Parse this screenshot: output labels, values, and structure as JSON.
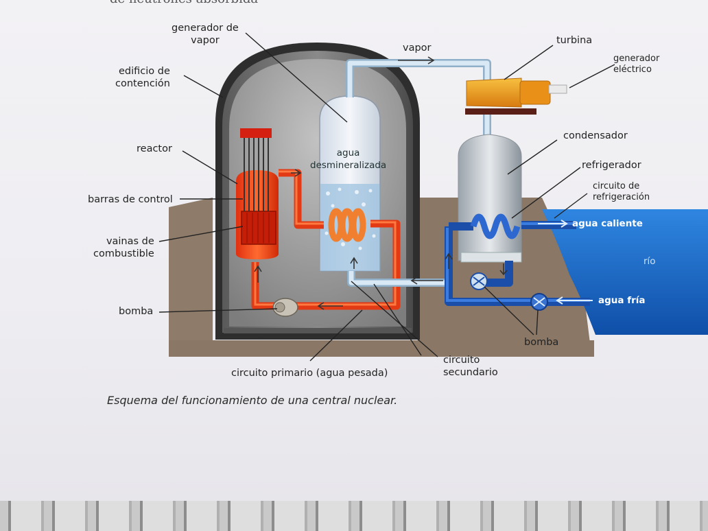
{
  "top_text": "de neutrones absorbida",
  "labels": {
    "generador_vapor": "generador de\nvapor",
    "vapor": "vapor",
    "turbina": "turbina",
    "generador_electrico": "generador\neléctrico",
    "edificio": "edificio de\ncontención",
    "reactor": "reactor",
    "agua_desmin": "agua\ndesmineralizada",
    "condensador": "condensador",
    "refrigerador": "refrigerador",
    "circuito_refrigeracion": "circuito de\nrefrigeración",
    "barras_control": "barras de control",
    "agua_caliente": "agua caliente",
    "vainas": "vainas de\ncombustible",
    "rio": "río",
    "bomba_left": "bomba",
    "agua_fria": "agua fría",
    "bomba_right": "bomba",
    "circuito_primario": "circuito primario (agua pesada)",
    "circuito_secundario": "circuito\nsecundario"
  },
  "caption": "Esquema del funcionamiento de una central nuclear.",
  "colors": {
    "primary_circuit": "#e8401a",
    "secondary_circuit": "#b8d3e6",
    "cooling_circuit": "#1e56b8",
    "river": "#1b6fd0",
    "ground": "#8a7766",
    "containment": "#3a3a3a",
    "turbine": "#f0a020"
  }
}
